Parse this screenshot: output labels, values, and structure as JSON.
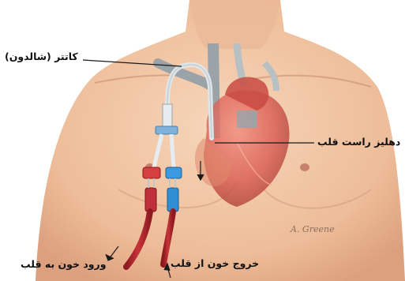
{
  "labels": {
    "catheter": "کاتتر (شالدون)",
    "right_atrium": "دهلیز راست قلب",
    "blood_in": "ورود خون به قلب",
    "blood_out": "خروج خون از قلب"
  },
  "signature": "A. Greene",
  "colors": {
    "skin": "#f2c8a6",
    "skin_shadow": "#d9a07c",
    "heart": "#d9584e",
    "vessel_gray": "#9aa3a8",
    "arterial_tube": "#b5242c",
    "venous_connector": "#2f8fd0",
    "annotation_line": "#1a1a1a"
  }
}
